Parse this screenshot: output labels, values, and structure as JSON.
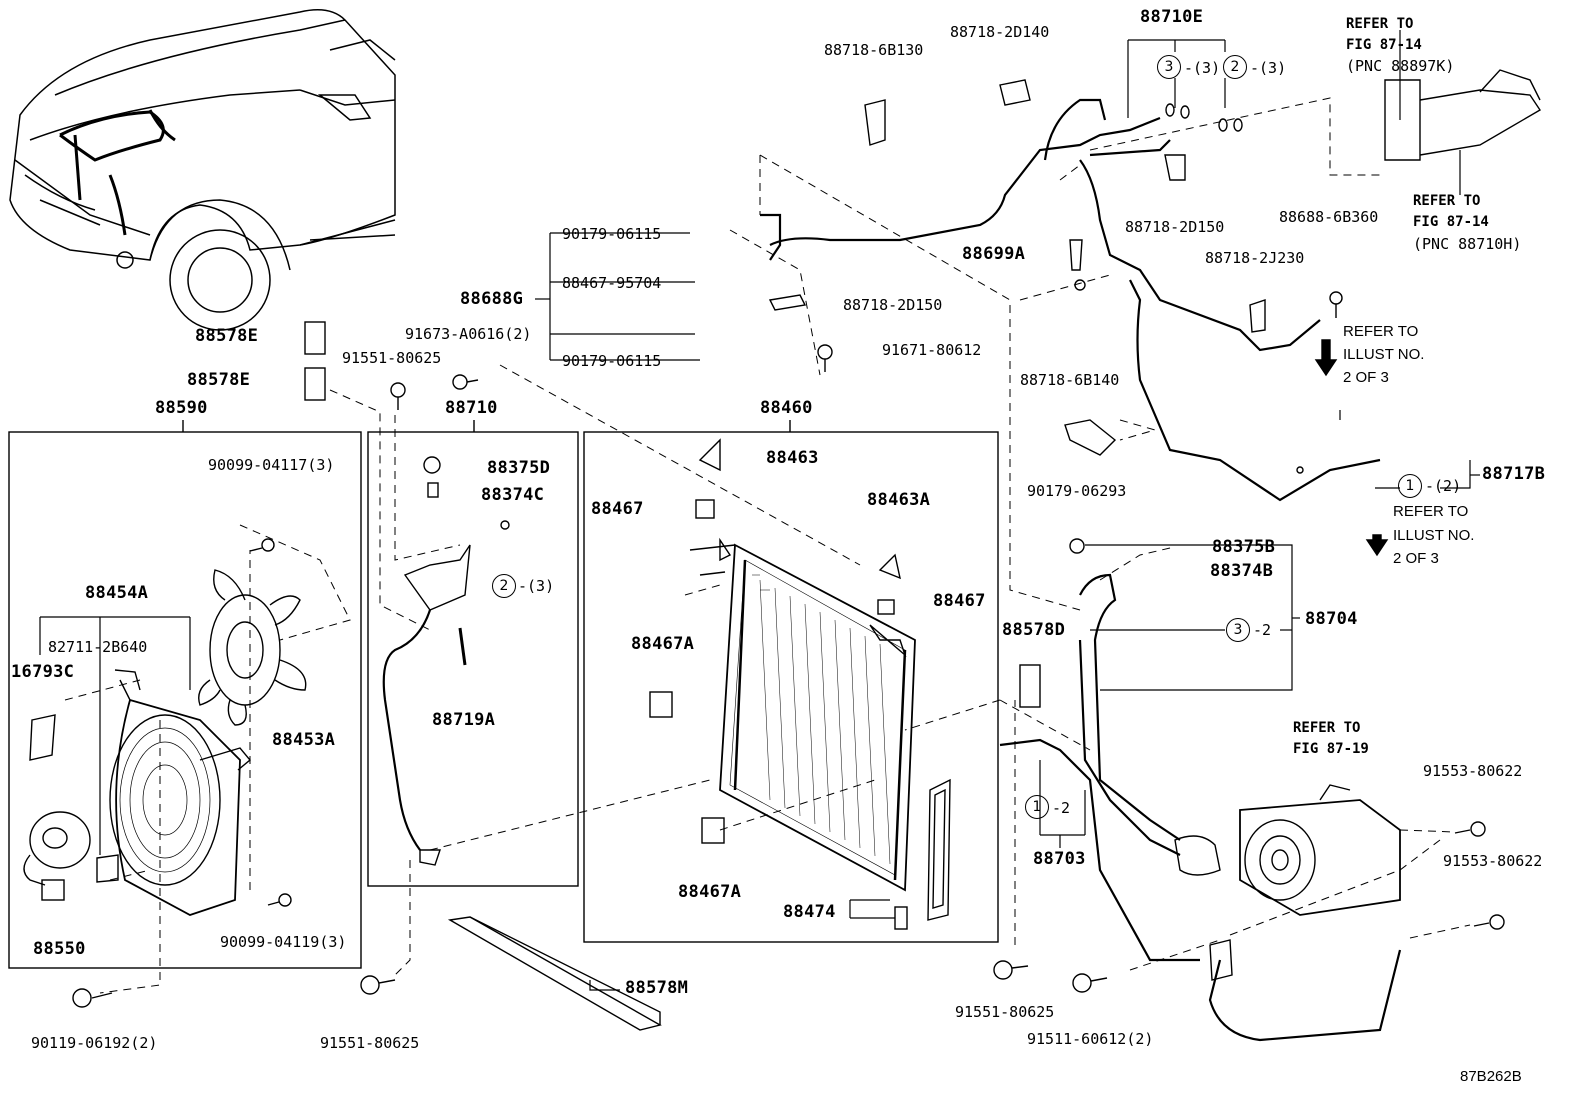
{
  "diagram_code": "87B262B",
  "groups": {
    "g88590": "88590",
    "g88710": "88710",
    "g88460": "88460",
    "g88710E": "88710E",
    "g88688G": "88688G",
    "g88454A": "88454A",
    "g88704": "88704",
    "g88717B": "88717B",
    "g88703": "88703",
    "g88474": "88474"
  },
  "parts": {
    "p88718_6B130": "88718-6B130",
    "p88718_2D140": "88718-2D140",
    "p88718_2D150_top": "88718-2D150",
    "p88718_2D150_mid": "88718-2D150",
    "p88688_6B360": "88688-6B360",
    "p88718_2J230": "88718-2J230",
    "p88699A": "88699A",
    "p90179_06115_a": "90179-06115",
    "p88467_95704": "88467-95704",
    "p91673_A0616": "91673-A0616(2)",
    "p90179_06115_b": "90179-06115",
    "p91671_80612": "91671-80612",
    "p91551_80625_top": "91551-80625",
    "p88578E_a": "88578E",
    "p88578E_b": "88578E",
    "p88718_6B140": "88718-6B140",
    "p90179_06293": "90179-06293",
    "p88375B": "88375B",
    "p88374B": "88374B",
    "p88578D": "88578D",
    "p90099_04117": "90099-04117(3)",
    "p82711_2B640": "82711-2B640",
    "p16793C": "16793C",
    "p88453A": "88453A",
    "p88550": "88550",
    "p90099_04119": "90099-04119(3)",
    "p88375D": "88375D",
    "p88374C": "88374C",
    "p88719A": "88719A",
    "p88463": "88463",
    "p88467_a": "88467",
    "p88463A": "88463A",
    "p88467_b": "88467",
    "p88467A_a": "88467A",
    "p88467A_b": "88467A",
    "p88578M": "88578M",
    "p90119_06192": "90119-06192(2)",
    "p91551_80625_bl": "91551-80625",
    "p91551_80625_br": "91551-80625",
    "p91511_60612": "91511-60612(2)",
    "p91553_80622_a": "91553-80622",
    "p91553_80622_b": "91553-80622"
  },
  "callouts": {
    "c3_top": "3",
    "c3_top_qty": "-(3)",
    "c2_top": "2",
    "c2_top_qty": "-(3)",
    "c2_mid": "2",
    "c2_mid_qty": "-(3)",
    "c1_right": "1",
    "c1_right_qty": "-(2)",
    "c3_right": "3",
    "c3_right_qty": "-2",
    "c1_low": "1",
    "c1_low_qty": "-2"
  },
  "refs": {
    "r1_l1": "REFER TO",
    "r1_l2": "FIG 87-14",
    "r1_l3": "(PNC 88897K)",
    "r2_l1": "REFER TO",
    "r2_l2": "FIG 87-14",
    "r2_l3": "(PNC 88710H)",
    "r3_l1": "REFER TO",
    "r3_l2": "ILLUST NO.",
    "r3_l3": "2 OF 3",
    "r4_l1": "REFER TO",
    "r4_l2": "ILLUST NO.",
    "r4_l3": "2 OF 3",
    "r5_l1": "REFER TO",
    "r5_l2": "FIG 87-19"
  }
}
